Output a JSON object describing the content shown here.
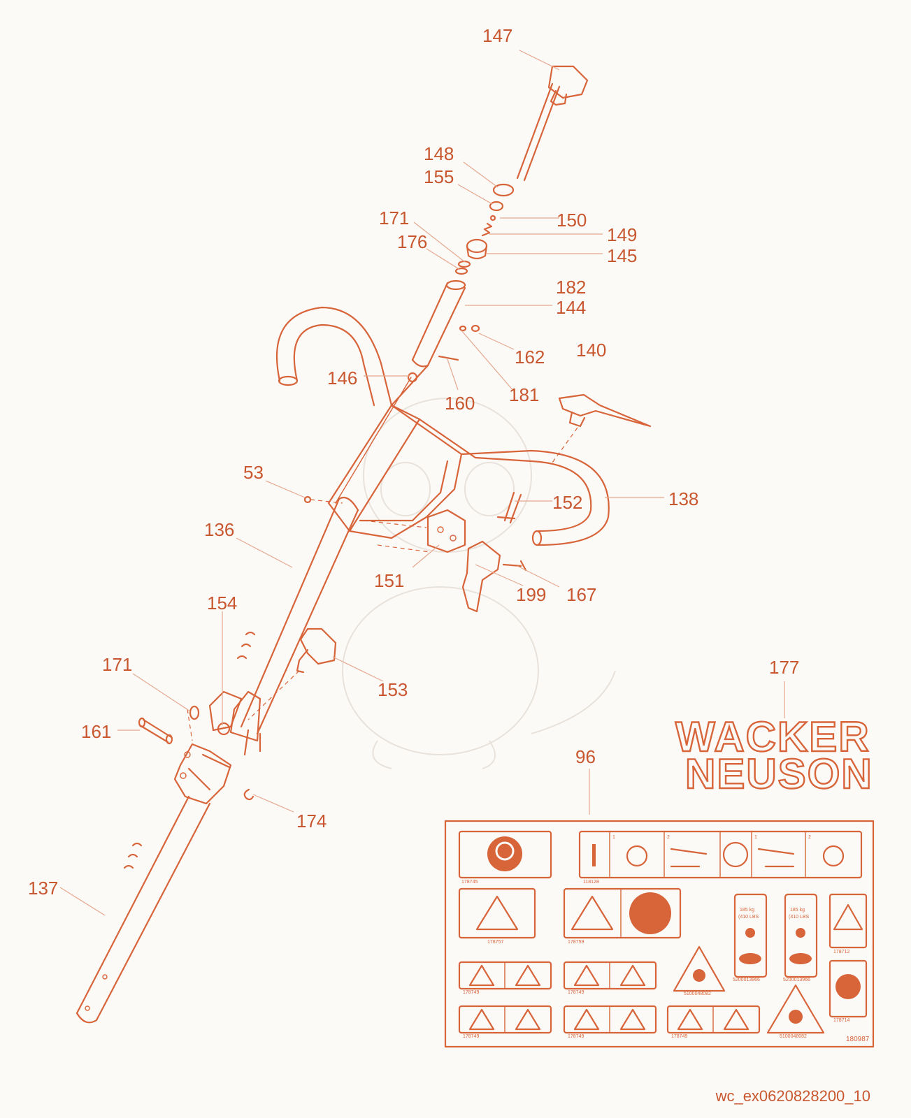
{
  "parts": {
    "p147": "147",
    "p148": "148",
    "p155": "155",
    "p171a": "171",
    "p150": "150",
    "p176": "176",
    "p149": "149",
    "p145": "145",
    "p182": "182",
    "p144": "144",
    "p140": "140",
    "p162": "162",
    "p146": "146",
    "p160": "160",
    "p181": "181",
    "p53": "53",
    "p138": "138",
    "p152": "152",
    "p136": "136",
    "p151": "151",
    "p199": "199",
    "p167": "167",
    "p154": "154",
    "p153": "153",
    "p177": "177",
    "p171b": "171",
    "p161": "161",
    "p96": "96",
    "p174": "174",
    "p137": "137"
  },
  "brand": {
    "line1": "WACKER",
    "line2": "NEUSON"
  },
  "decal_codes": {
    "d1": "178745",
    "d2": "118128",
    "d3": "178757",
    "d4": "178759",
    "d5": "5200013966",
    "d6": "5200013966",
    "d7": "178712",
    "d8": "178749",
    "d9": "178749",
    "d10": "5100048082",
    "d11": "178714",
    "d12": "178749",
    "d13": "178749",
    "d14": "178749",
    "d15": "5100048082",
    "sheet": "180987"
  },
  "decal_text": {
    "step1": "1",
    "step2": "2",
    "weight1": "185 kg",
    "weight2": "(410 LBS"
  },
  "reference": "wc_ex0620828200_10",
  "colors": {
    "line": "#d8643a",
    "label": "#c8572f",
    "background": "#fbfaf7"
  }
}
